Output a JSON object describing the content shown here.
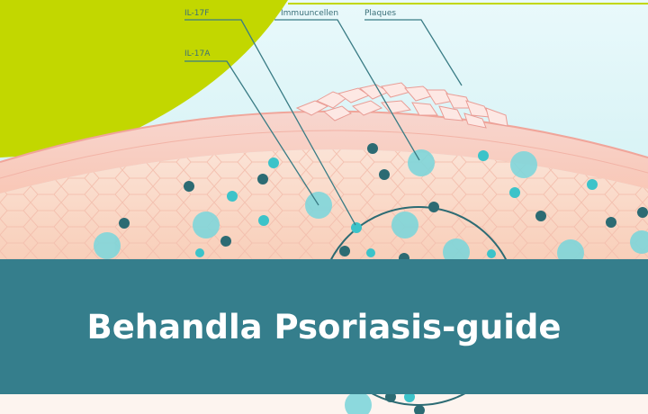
{
  "labels": {
    "il17f": "IL-17F",
    "il17a": "IL-17A",
    "immune_cells": "Immuuncellen",
    "plaques": "Plaques"
  },
  "banner": {
    "title": "Behandla Psoriasis-guide"
  },
  "colors": {
    "accent_green": "#c2d700",
    "banner_teal": "#357e8c",
    "sky": "#d8f3f6",
    "skin_pink": "#f7c9c0",
    "cell_light": "#7fd6da",
    "cell_dark": "#2c6b73"
  }
}
